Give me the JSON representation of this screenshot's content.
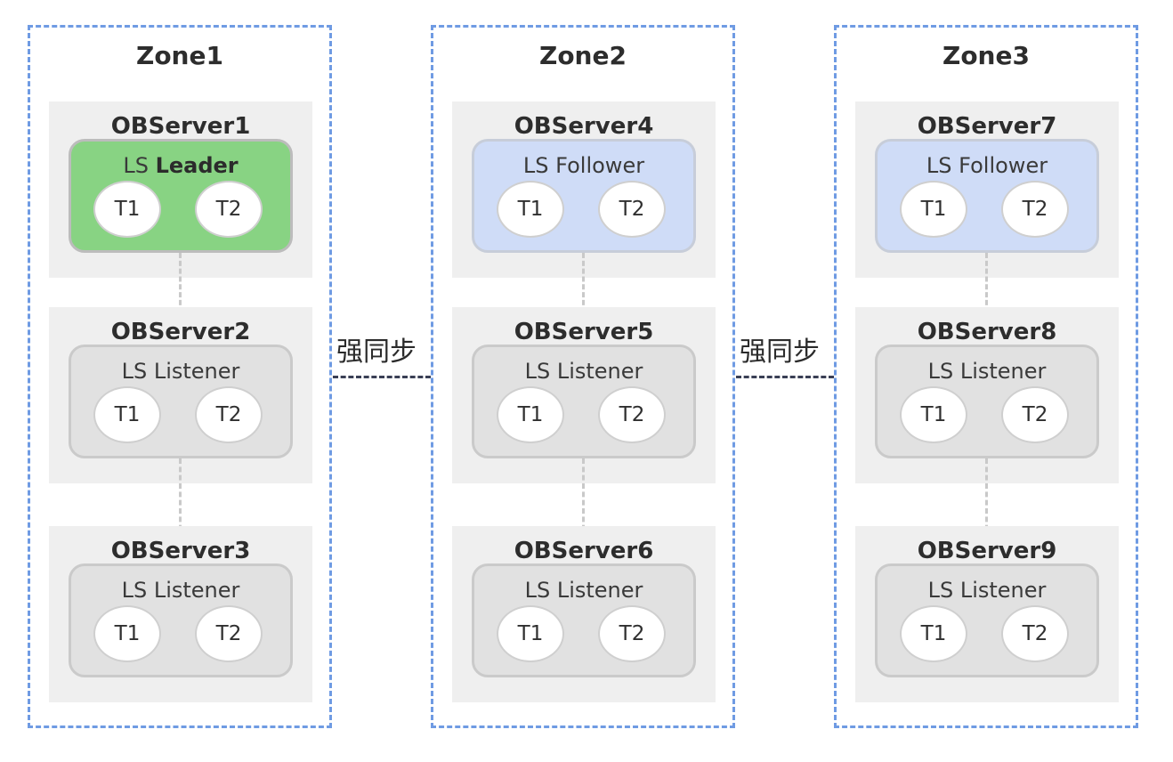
{
  "zones": [
    {
      "title": "Zone1",
      "servers": [
        {
          "name": "OBServer1",
          "role_prefix": "LS ",
          "role_name": "Leader",
          "role_bold": true,
          "role_type": "leader",
          "tablets": [
            "T1",
            "T2"
          ]
        },
        {
          "name": "OBServer2",
          "role_prefix": "LS ",
          "role_name": "Listener",
          "role_bold": false,
          "role_type": "listener",
          "tablets": [
            "T1",
            "T2"
          ]
        },
        {
          "name": "OBServer3",
          "role_prefix": "LS ",
          "role_name": "Listener",
          "role_bold": false,
          "role_type": "listener",
          "tablets": [
            "T1",
            "T2"
          ]
        }
      ]
    },
    {
      "title": "Zone2",
      "servers": [
        {
          "name": "OBServer4",
          "role_prefix": "LS ",
          "role_name": "Follower",
          "role_bold": false,
          "role_type": "follower",
          "tablets": [
            "T1",
            "T2"
          ]
        },
        {
          "name": "OBServer5",
          "role_prefix": "LS ",
          "role_name": "Listener",
          "role_bold": false,
          "role_type": "listener",
          "tablets": [
            "T1",
            "T2"
          ]
        },
        {
          "name": "OBServer6",
          "role_prefix": "LS ",
          "role_name": "Listener",
          "role_bold": false,
          "role_type": "listener",
          "tablets": [
            "T1",
            "T2"
          ]
        }
      ]
    },
    {
      "title": "Zone3",
      "servers": [
        {
          "name": "OBServer7",
          "role_prefix": "LS ",
          "role_name": "Follower",
          "role_bold": false,
          "role_type": "follower",
          "tablets": [
            "T1",
            "T2"
          ]
        },
        {
          "name": "OBServer8",
          "role_prefix": "LS ",
          "role_name": "Listener",
          "role_bold": false,
          "role_type": "listener",
          "tablets": [
            "T1",
            "T2"
          ]
        },
        {
          "name": "OBServer9",
          "role_prefix": "LS ",
          "role_name": "Listener",
          "role_bold": false,
          "role_type": "listener",
          "tablets": [
            "T1",
            "T2"
          ]
        }
      ]
    }
  ],
  "sync_links": [
    {
      "label": "强同步"
    },
    {
      "label": "强同步"
    }
  ],
  "colors": {
    "zone_border": "#6f9be3",
    "server_bg": "#efefef",
    "leader": "#88d383",
    "follower": "#cfdcf7",
    "listener": "#e1e1e1",
    "sync_line": "#3a3f55"
  }
}
